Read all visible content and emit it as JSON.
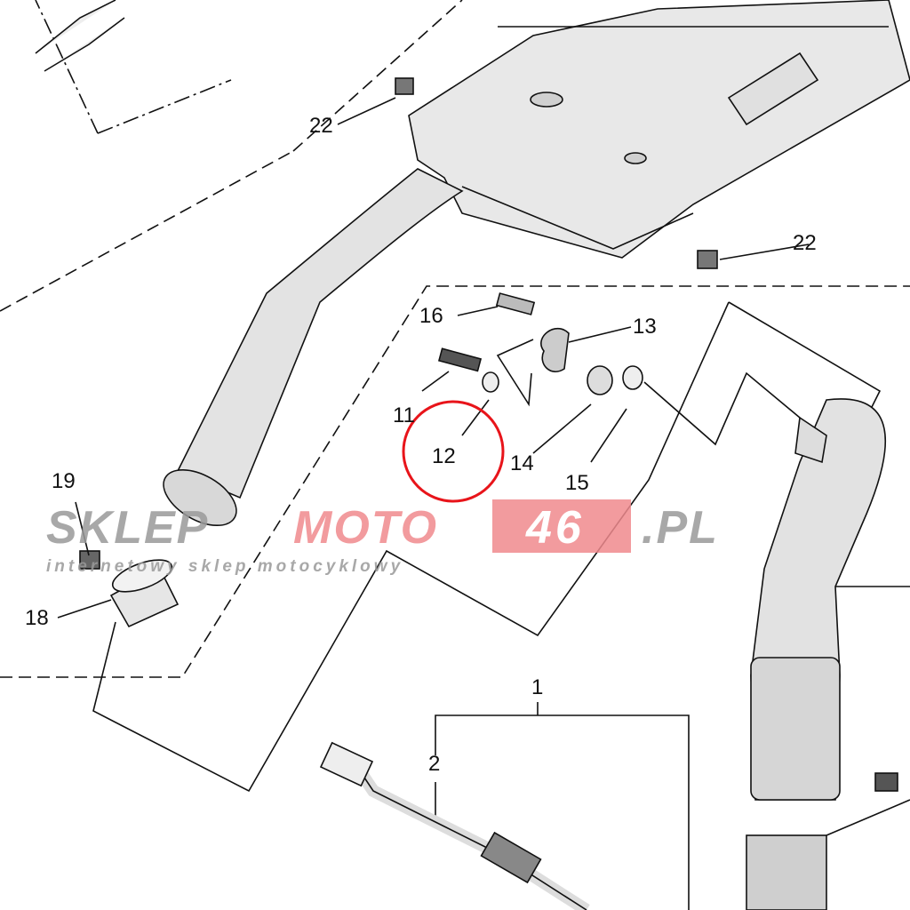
{
  "callouts": {
    "c22a": "22",
    "c22b": "22",
    "c16": "16",
    "c13": "13",
    "c11": "11",
    "c12": "12",
    "c14": "14",
    "c15": "15",
    "c19": "19",
    "c18": "18",
    "c1": "1",
    "c2": "2"
  },
  "highlighted_part": "12",
  "watermark": {
    "brand_grey": "SKLEP",
    "brand_red": "MOTO",
    "brand_num": "46",
    "brand_tld": ".PL",
    "tagline": "internetowy sklep motocyklowy"
  },
  "colors": {
    "highlight": "#e8141a",
    "watermark_red": "#f08a8e",
    "watermark_grey": "#9a9a9a",
    "part_fill": "#e6e6e6"
  }
}
